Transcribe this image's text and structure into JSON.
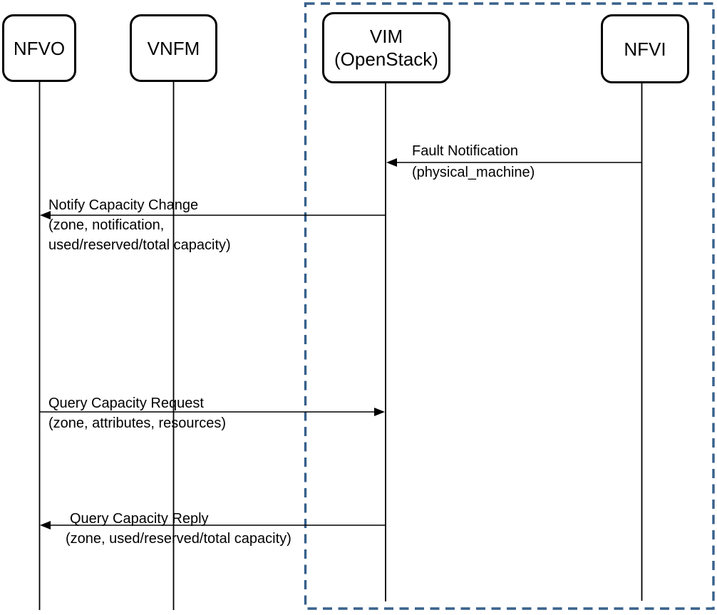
{
  "diagram": {
    "type": "sequence",
    "actors": [
      {
        "label": "NFVO"
      },
      {
        "label": "VNFM"
      },
      {
        "label": "VIM",
        "sublabel": "(OpenStack)"
      },
      {
        "label": "NFVI"
      }
    ],
    "scope_box": {
      "style": "dashed",
      "color": "#38618C",
      "encloses": [
        "VIM (OpenStack)",
        "NFVI"
      ]
    },
    "messages": [
      {
        "from": "NFVI",
        "to": "VIM (OpenStack)",
        "lines": [
          "Fault Notification",
          "(physical_machine)"
        ]
      },
      {
        "from": "VIM (OpenStack)",
        "to": "NFVO",
        "lines": [
          "Notify Capacity Change",
          "(zone, notification,",
          "used/reserved/total  capacity)"
        ]
      },
      {
        "from": "NFVO",
        "to": "VIM (OpenStack)",
        "lines": [
          "Query Capacity Request",
          "(zone, attributes, resources)"
        ]
      },
      {
        "from": "VIM (OpenStack)",
        "to": "NFVO",
        "lines": [
          "Query Capacity Reply",
          "(zone, used/reserved/total  capacity)"
        ]
      }
    ]
  }
}
